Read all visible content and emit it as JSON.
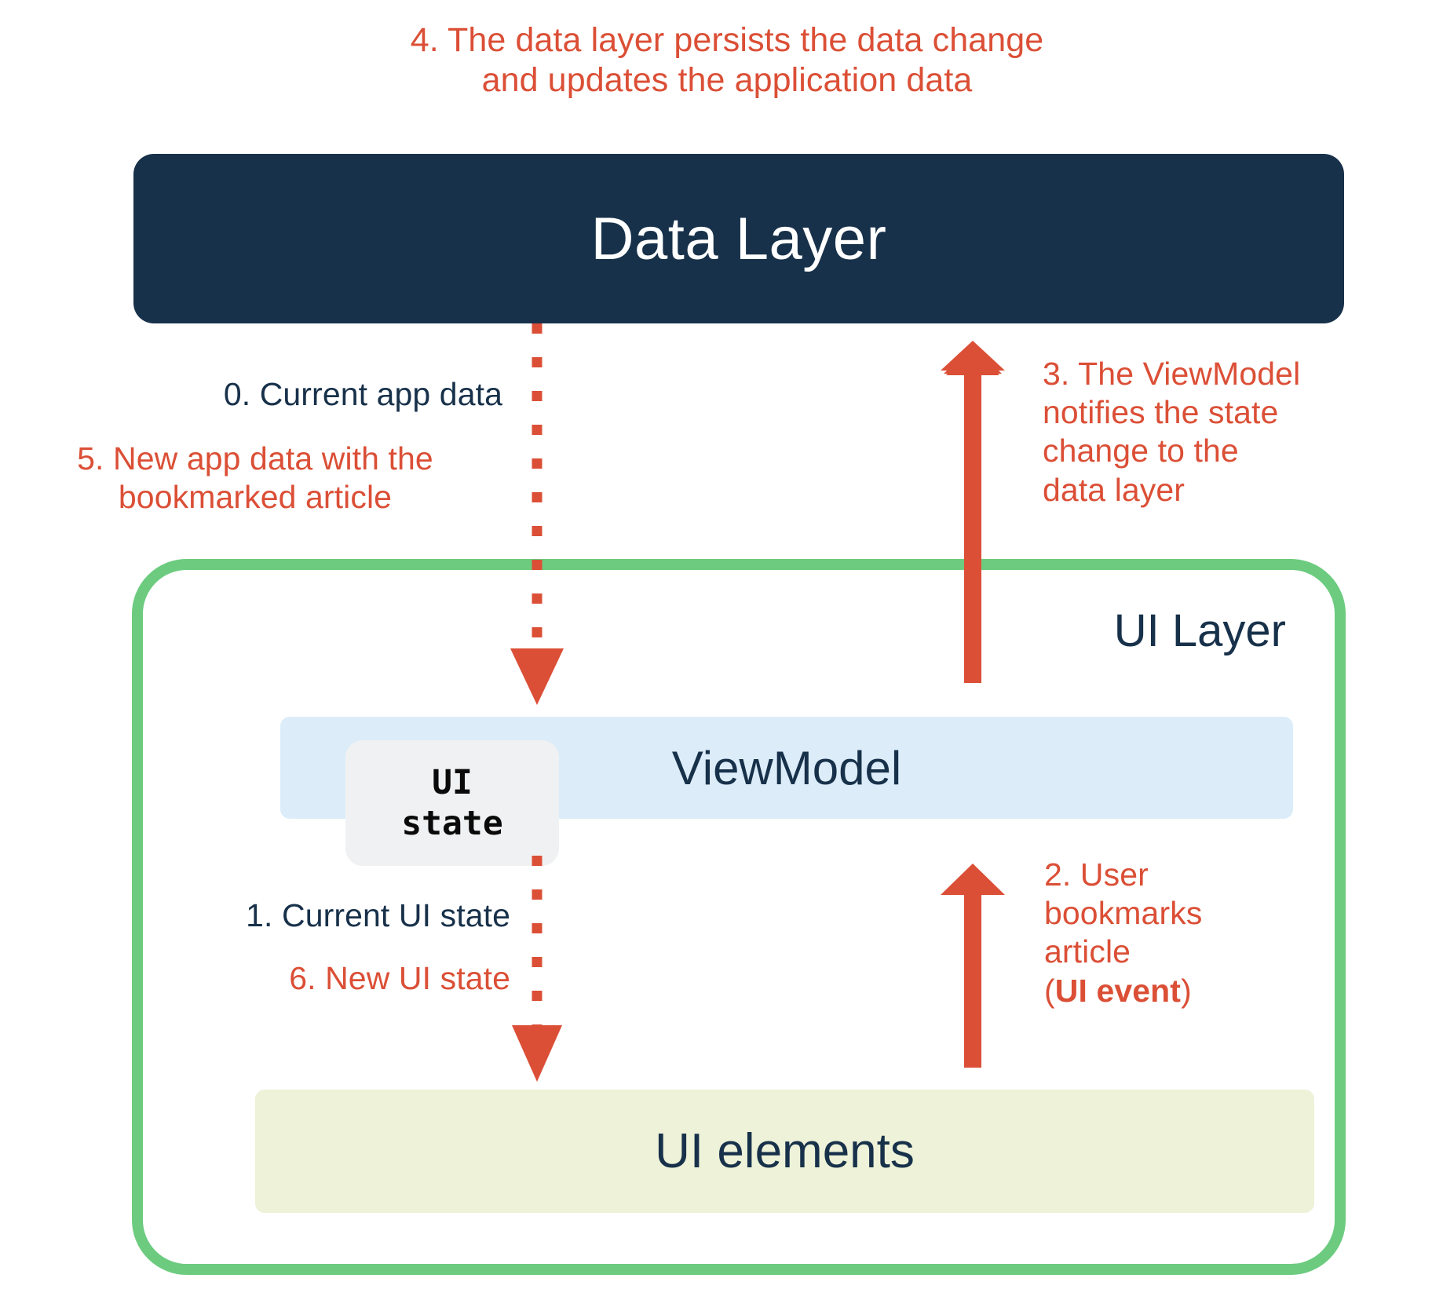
{
  "title": {
    "line1": "4. The data layer persists the data change",
    "line2": "and updates the application data"
  },
  "boxes": {
    "data_layer": "Data Layer",
    "ui_layer": "UI Layer",
    "viewmodel": "ViewModel",
    "ui_elements": "UI elements",
    "ui_state_chip_line1": "UI",
    "ui_state_chip_line2": "state"
  },
  "notes": {
    "step0": "0. Current app data",
    "step5_line1": "5. New app data with the",
    "step5_line2": "bookmarked article",
    "step3_line1": "3. The ViewModel",
    "step3_line2": "notifies the state",
    "step3_line3": "change to the",
    "step3_line4": "data layer",
    "step1": "1. Current UI state",
    "step6": "6. New UI state",
    "step2_line1": "2. User",
    "step2_line2": "bookmarks",
    "step2_line3": "article",
    "step2_line4_prefix": "(",
    "step2_line4_bold": "UI event",
    "step2_line4_suffix": ")"
  },
  "colors": {
    "accent_red": "#DB4F36",
    "navy": "#18314A",
    "green_border": "#6CCB7F",
    "viewmodel_blue": "#DCEDF9",
    "ui_elements_green": "#EDF2D8",
    "chip_gray": "#F0F1F2",
    "background": "#FFFFFF"
  },
  "arrows": [
    {
      "name": "data-to-viewmodel-dotted-arrow",
      "style": "dotted",
      "direction": "down",
      "color": "#DB4F36"
    },
    {
      "name": "viewmodel-to-data-solid-arrow",
      "style": "solid",
      "direction": "up",
      "color": "#DB4F36"
    },
    {
      "name": "viewmodel-to-ui-dotted-arrow",
      "style": "dotted",
      "direction": "down",
      "color": "#DB4F36"
    },
    {
      "name": "ui-to-viewmodel-solid-arrow",
      "style": "solid",
      "direction": "up",
      "color": "#DB4F36"
    }
  ]
}
